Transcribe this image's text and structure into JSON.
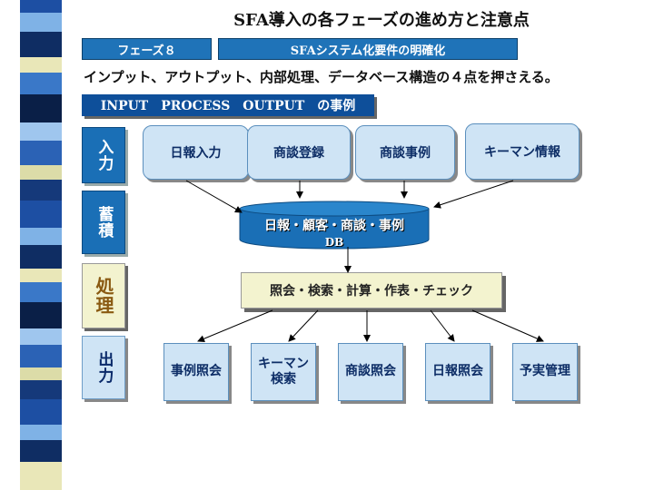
{
  "title": "SFA導入の各フェーズの進め方と注意点",
  "phase_label": "フェーズ８",
  "phase_title": "SFAシステム化要件の明確化",
  "subtitle": "インプット、アウトプット、内部処理、データベース構造の４点を押さえる。",
  "example_label": "INPUT　PROCESS　OUTPUT　の事例",
  "stages": {
    "input": "入力",
    "storage": "蓄積",
    "process": "処理",
    "output": "出力"
  },
  "inputs": [
    "日報入力",
    "商談登録",
    "商談事例",
    "キーマン情報"
  ],
  "database": {
    "label": "日報・顧客・商談・事例",
    "sub": "DB"
  },
  "process_box": "照会・検索・計算・作表・チェック",
  "outputs": [
    "事例照会",
    "キーマン検索",
    "商談照会",
    "日報照会",
    "予実管理"
  ],
  "colors": {
    "header_blue": "#1f73b8",
    "light_blue": "#cfe4f5",
    "process_yellow": "#f3f3cf"
  }
}
